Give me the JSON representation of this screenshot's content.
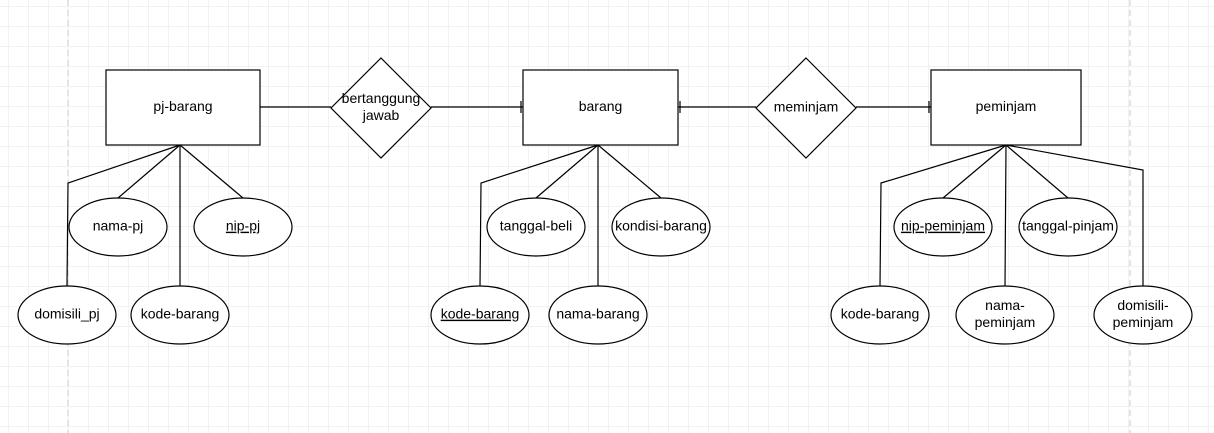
{
  "entities": [
    {
      "id": "pj_barang",
      "label": "pj-barang"
    },
    {
      "id": "barang",
      "label": "barang"
    },
    {
      "id": "peminjam",
      "label": "peminjam"
    }
  ],
  "relationships": [
    {
      "id": "bertanggung_jawab",
      "label_lines": [
        "bertanggung",
        "jawab"
      ]
    },
    {
      "id": "meminjam",
      "label_lines": [
        "meminjam"
      ]
    }
  ],
  "attributes": [
    {
      "entity": "pj_barang",
      "label_lines": [
        "nama-pj"
      ],
      "key": false
    },
    {
      "entity": "pj_barang",
      "label_lines": [
        "nip-pj"
      ],
      "key": true
    },
    {
      "entity": "pj_barang",
      "label_lines": [
        "domisili_pj"
      ],
      "key": false
    },
    {
      "entity": "pj_barang",
      "label_lines": [
        "kode-barang"
      ],
      "key": false
    },
    {
      "entity": "barang",
      "label_lines": [
        "tanggal-beli"
      ],
      "key": false
    },
    {
      "entity": "barang",
      "label_lines": [
        "kondisi-barang"
      ],
      "key": false
    },
    {
      "entity": "barang",
      "label_lines": [
        "kode-barang"
      ],
      "key": true
    },
    {
      "entity": "barang",
      "label_lines": [
        "nama-barang"
      ],
      "key": false
    },
    {
      "entity": "peminjam",
      "label_lines": [
        "nip-peminjam"
      ],
      "key": true
    },
    {
      "entity": "peminjam",
      "label_lines": [
        "tanggal-pinjam"
      ],
      "key": false
    },
    {
      "entity": "peminjam",
      "label_lines": [
        "kode-barang"
      ],
      "key": false
    },
    {
      "entity": "peminjam",
      "label_lines": [
        "nama-",
        "peminjam"
      ],
      "key": false
    },
    {
      "entity": "peminjam",
      "label_lines": [
        "domisili-",
        "peminjam"
      ],
      "key": false
    }
  ],
  "colors": {
    "grid": "#e4e4e4",
    "guide": "#c8c8c8",
    "stroke": "#000000",
    "fill": "#ffffff"
  }
}
